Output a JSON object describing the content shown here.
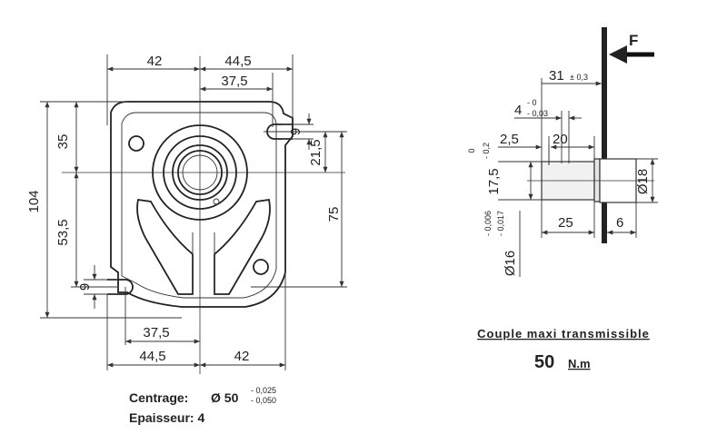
{
  "flange_view": {
    "dims": {
      "top_left_42": "42",
      "top_right_44_5": "44,5",
      "top_37_5": "37,5",
      "left_104": "104",
      "left_35": "35",
      "left_53_5": "53,5",
      "left_9": "9",
      "right_9": "9",
      "right_21_5": "21,5",
      "right_75": "75",
      "bottom_37_5": "37,5",
      "bottom_44_5": "44,5",
      "bottom_42": "42"
    },
    "centrage_label": "Centrage:",
    "centrage_value": "Ø 50",
    "centrage_tol_upper": "- 0,025",
    "centrage_tol_lower": "- 0,050",
    "epaisseur_label": "Epaisseur: 4"
  },
  "shaft_view": {
    "force_label": "F",
    "dims": {
      "d31": "31",
      "d31_tol": "± 0,3",
      "d4": "4",
      "d4_tol_upper": "- 0",
      "d4_tol_lower": "- 0,03",
      "d2_5": "2,5",
      "d20": "20",
      "d17_5": "17,5",
      "d17_5_tol_upper": "0",
      "d17_5_tol_lower": "- 0,2",
      "d18": "Ø18",
      "d25": "25",
      "d6": "6",
      "d16": "Ø16",
      "d16_tol_upper": "- 0,006",
      "d16_tol_lower": "- 0,017"
    },
    "torque_label": "Couple maxi transmissible",
    "torque_value": "50",
    "torque_unit": "N.m"
  }
}
